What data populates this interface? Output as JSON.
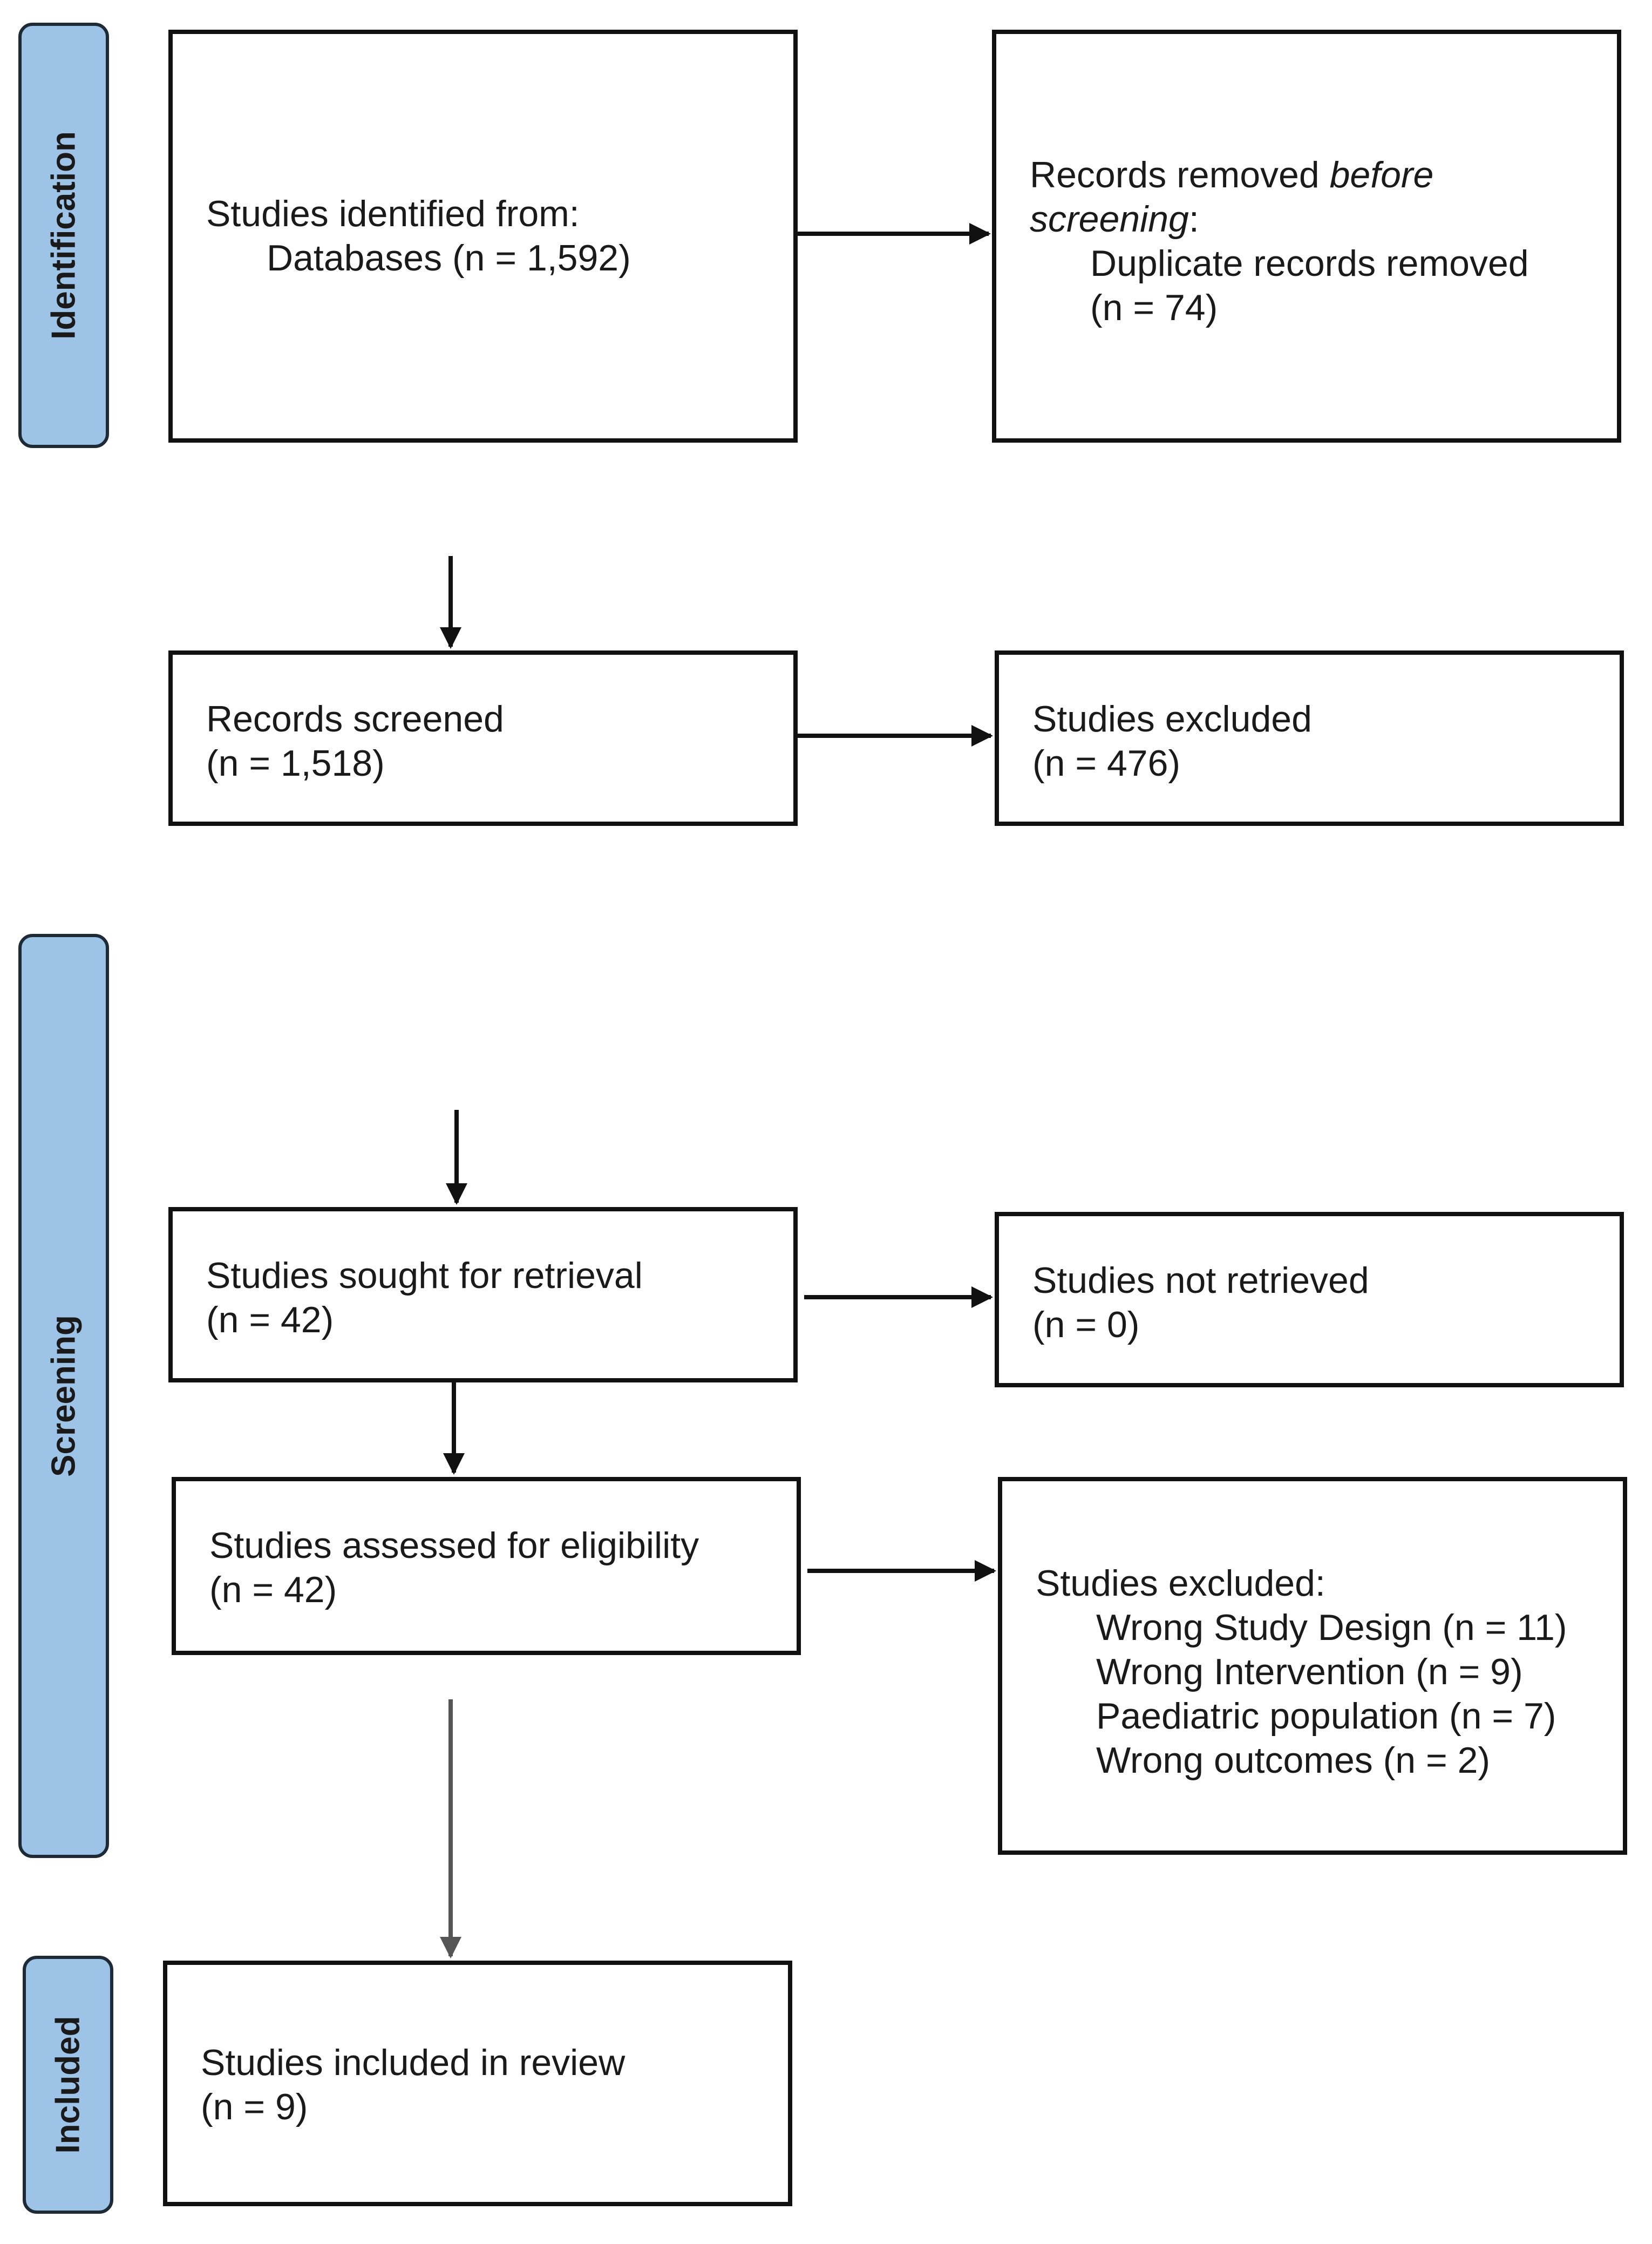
{
  "phases": {
    "identification": "Identification",
    "screening": "Screening",
    "included": "Included"
  },
  "boxes": {
    "identified": {
      "title": "Studies identified from:",
      "detail": "Databases (n = 1,592)"
    },
    "removed": {
      "title_before": "Records removed ",
      "title_em1": "before",
      "title_em2": "screening",
      "title_after": ":",
      "detail_line1": "Duplicate records removed",
      "detail_line2": "(n = 74)"
    },
    "screened": {
      "title": "Records screened",
      "count": "(n = 1,518)"
    },
    "excluded_screen": {
      "title": "Studies excluded",
      "count": "(n = 476)"
    },
    "sought": {
      "title": "Studies sought for retrieval",
      "count": "(n = 42)"
    },
    "not_retrieved": {
      "title": "Studies not retrieved",
      "count": "(n = 0)"
    },
    "assessed": {
      "title": "Studies assessed for eligibility",
      "count": "(n = 42)"
    },
    "excluded_eligibility": {
      "title": "Studies excluded:",
      "reasons": [
        "Wrong Study Design (n = 11)",
        "Wrong Intervention (n = 9)",
        "Paediatric population (n = 7)",
        "Wrong outcomes (n = 2)"
      ]
    },
    "included": {
      "title": "Studies included in review",
      "count": "(n = 9)"
    }
  },
  "colors": {
    "phase_fill": "#9dc3e6",
    "phase_border": "#1e2a36",
    "box_border": "#111111",
    "arrow": "#111111",
    "arrow_grey": "#555555"
  }
}
